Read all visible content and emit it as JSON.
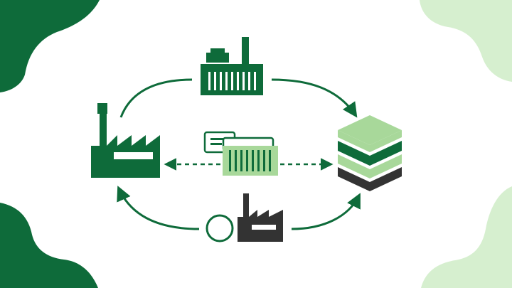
{
  "colors": {
    "dark_green": "#0e6b3a",
    "light_green": "#a8d89a",
    "pale_green": "#d6efcf",
    "dark_gray": "#333333",
    "background": "#ffffff"
  },
  "diagram": {
    "nodes": [
      {
        "id": "factory-left",
        "icon": "factory-icon"
      },
      {
        "id": "factory-top",
        "icon": "industrial-plant-icon"
      },
      {
        "id": "layers-right",
        "icon": "layered-stack-icon"
      },
      {
        "id": "container-center",
        "icon": "shipping-container-icon"
      },
      {
        "id": "document-center",
        "icon": "document-card-icon"
      },
      {
        "id": "factory-bottom",
        "icon": "factory-icon"
      },
      {
        "id": "circle-bottom",
        "icon": "circle-icon"
      }
    ],
    "edges": [
      {
        "from": "factory-left",
        "to": "layers-right",
        "via": "top",
        "style": "solid"
      },
      {
        "from": "layers-right",
        "to": "factory-left",
        "via": "bottom",
        "style": "solid"
      },
      {
        "from": "container-center",
        "to": "factory-left",
        "style": "dashed"
      },
      {
        "from": "container-center",
        "to": "layers-right",
        "style": "dashed"
      }
    ]
  }
}
